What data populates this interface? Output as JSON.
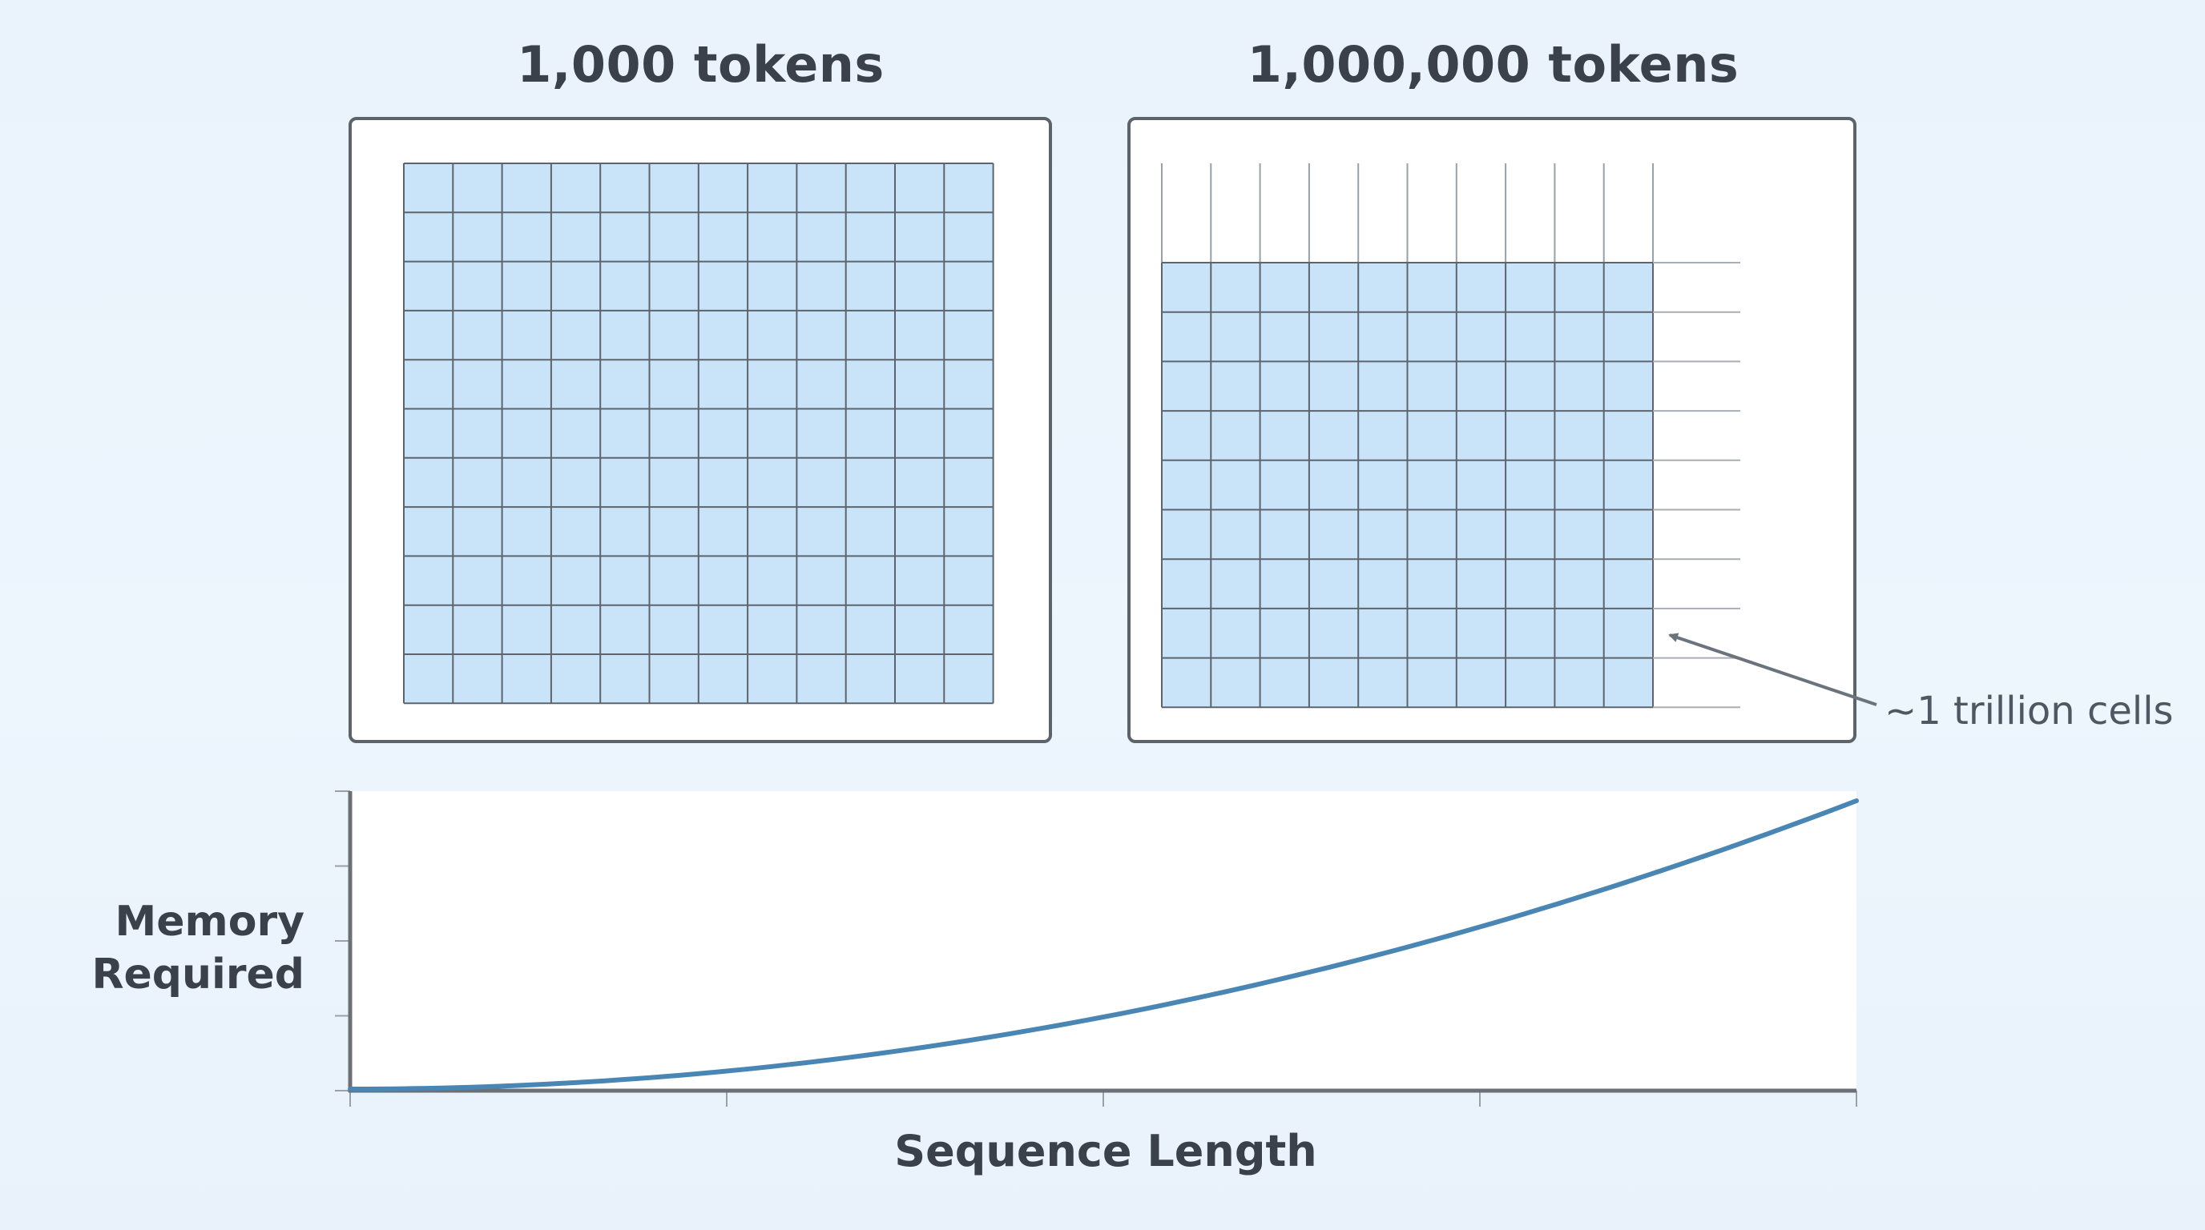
{
  "panels": {
    "left": {
      "title": "1,000 tokens",
      "grid_rows": 11,
      "grid_cols": 12
    },
    "right": {
      "title": "1,000,000 tokens",
      "grid_rows": 9,
      "grid_cols": 10,
      "annotation": "~1 trillion cells"
    }
  },
  "colors": {
    "cell_fill": "#c9e3f8",
    "grid_line": "#5d646d",
    "frame_border": "#5c636b",
    "curve": "#4a86b4",
    "axis": "#6b7078",
    "background": "#ecf4fc"
  },
  "chart_data": {
    "type": "line",
    "title": "",
    "xlabel": "Sequence Length",
    "ylabel": "Memory Required",
    "curve": "quadratic",
    "x_tick_count": 5,
    "y_tick_count": 5,
    "series": [
      {
        "x": [
          0,
          0.1,
          0.2,
          0.3,
          0.4,
          0.5,
          0.6,
          0.7,
          0.8,
          0.9,
          1.0
        ],
        "values": [
          0,
          0.01,
          0.04,
          0.09,
          0.16,
          0.25,
          0.36,
          0.49,
          0.64,
          0.81,
          1.0
        ]
      }
    ]
  }
}
